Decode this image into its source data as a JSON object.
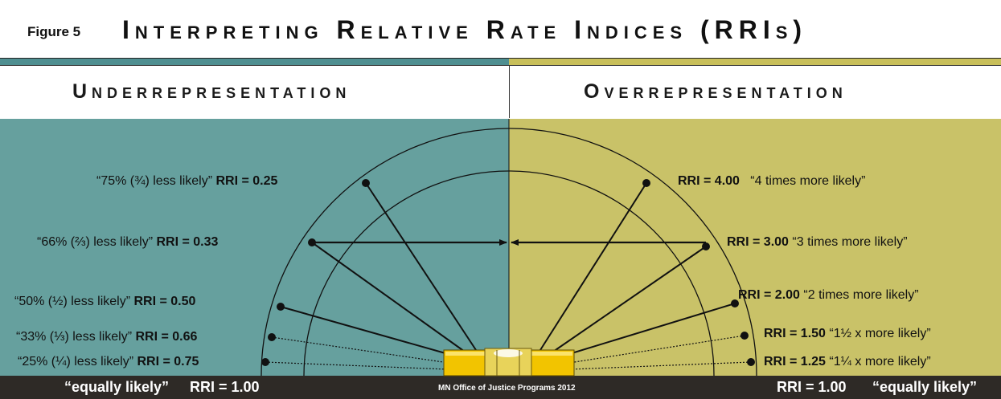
{
  "figure_label": "Figure 5",
  "title": "Interpreting Relative Rate Indices (RRIs)",
  "left_header": "Underrepresentation",
  "right_header": "Overrepresentation",
  "left_labels": [
    {
      "likelihood": "“75% (¾) less likely”",
      "rri": "RRI = 0.25"
    },
    {
      "likelihood": "“66% (⅔) less likely”",
      "rri": "RRI = 0.33"
    },
    {
      "likelihood": "“50% (½) less likely”",
      "rri": "RRI = 0.50"
    },
    {
      "likelihood": "“33% (⅓) less likely”",
      "rri": "RRI = 0.66"
    },
    {
      "likelihood": "“25% (¼) less likely”",
      "rri": "RRI = 0.75"
    }
  ],
  "right_labels": [
    {
      "rri": "RRI = 4.00",
      "likelihood": "“4 times more likely”"
    },
    {
      "rri": "RRI = 3.00",
      "likelihood": "“3 times more likely”"
    },
    {
      "rri": "RRI = 2.00",
      "likelihood": "“2 times more likely”"
    },
    {
      "rri": "RRI = 1.50",
      "likelihood": "“1½ x more likely”"
    },
    {
      "rri": "RRI = 1.25",
      "likelihood": "“1¼ x more likely”"
    }
  ],
  "footer": {
    "left_likelihood": "“equally likely”",
    "left_rri": "RRI = 1.00",
    "credit": "MN Office of Justice Programs 2012",
    "right_rri": "RRI = 1.00",
    "right_likelihood": "“equally likely”"
  },
  "colors": {
    "underrepresentation": "#66a09e",
    "overrepresentation": "#c9c268",
    "level_tool": "#f2c400",
    "footer": "#2e2a26"
  }
}
